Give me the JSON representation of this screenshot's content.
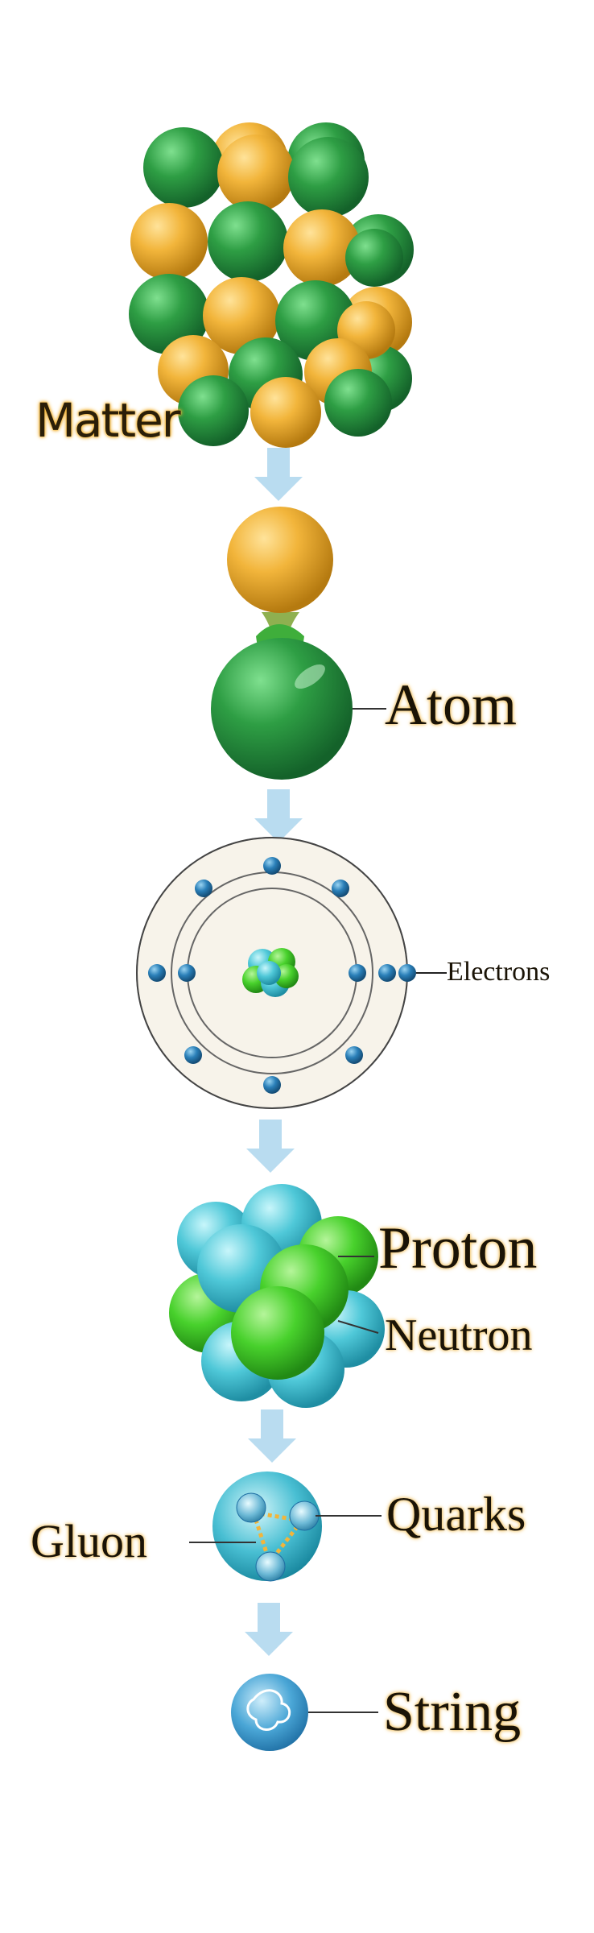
{
  "labels": {
    "matter": "Matter",
    "atom": "Atom",
    "electrons": "Electrons",
    "proton": "Proton",
    "neutron": "Neutron",
    "gluon": "Gluon",
    "quarks": "Quarks",
    "string": "String"
  },
  "colors": {
    "green": "#2e9e44",
    "yellow": "#f2b53b",
    "cyan": "#4fc8d8",
    "nucleus_green": "#48d12c",
    "electron_blue": "#2a7fb8",
    "arrow": "#b9dcf0",
    "orbit_bg": "#f7f3ea",
    "text": "#1a1306"
  }
}
